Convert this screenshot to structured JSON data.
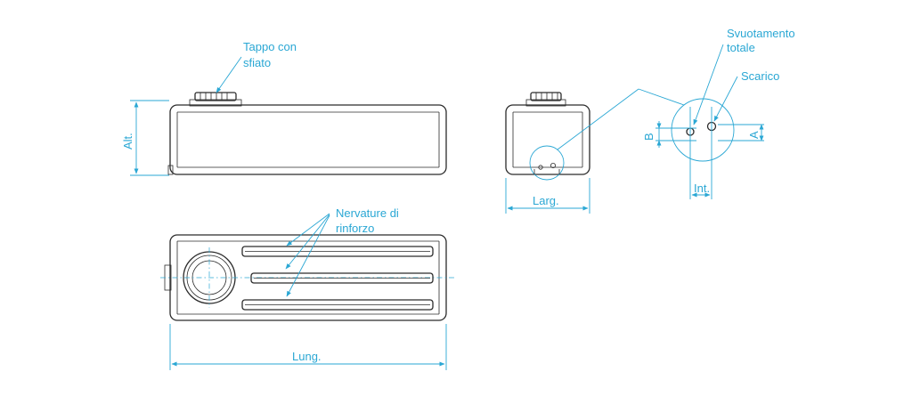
{
  "labels": {
    "cap": [
      "Tappo con",
      "sfiato"
    ],
    "height": "Alt.",
    "ribs": [
      "Nervature di",
      "rinforzo"
    ],
    "length": "Lung.",
    "width": "Larg.",
    "full_drain": [
      "Svuotamento",
      "totale"
    ],
    "drain": "Scarico",
    "dim_a": "A",
    "dim_b": "B",
    "interaxis": "Int."
  },
  "colors": {
    "accent": "#2aa7d4",
    "line": "#2b2b2b"
  }
}
